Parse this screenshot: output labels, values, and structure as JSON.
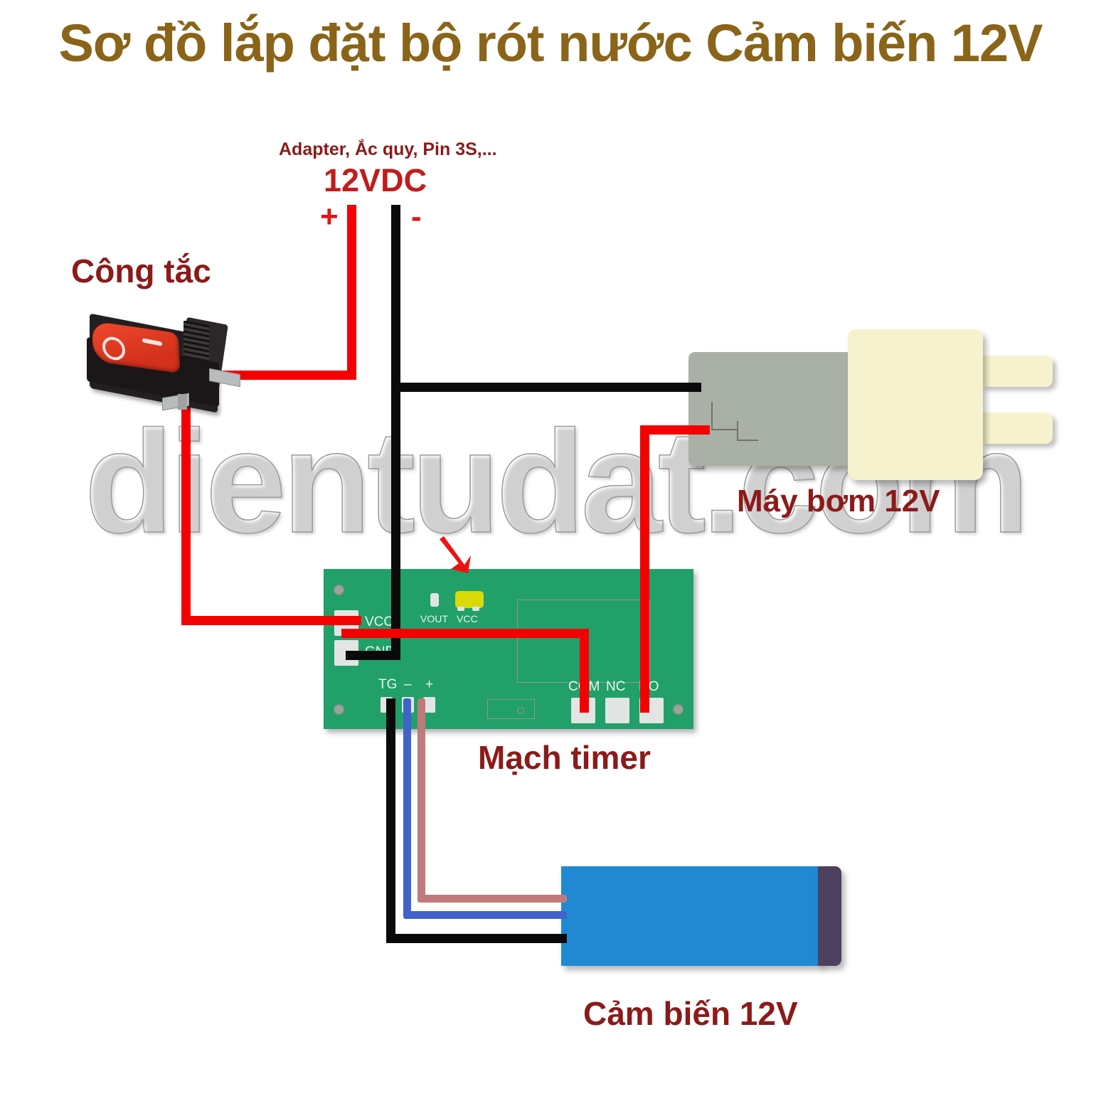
{
  "title": "Sơ đồ lắp đặt bộ rót nước Cảm biến 12V",
  "watermark": "dientudat.com",
  "power": {
    "source_label": "Adapter, Ắc quy, Pin 3S,...",
    "voltage_label": "12VDC",
    "positive_label": "+",
    "negative_label": "-"
  },
  "components": {
    "switch_label": "Công tắc",
    "pump_label": "Máy bơm 12V",
    "timer_label": "Mạch timer",
    "sensor_label": "Cảm biến 12V"
  },
  "pcb": {
    "silkscreen": {
      "vout": "VOUT",
      "vcc_top": "VCC",
      "vcc": "VCC",
      "gnd": "GND",
      "tg": "TG",
      "minus": "–",
      "plus": "+",
      "com": "COM",
      "nc": "NC",
      "no": "NO"
    }
  },
  "colors": {
    "title": "#8a6418",
    "label": "#8c1a1a",
    "wire_red": "#f50000",
    "wire_black": "#0a0a0a",
    "wire_blue": "#4163c9",
    "wire_pink": "#c07a7a",
    "pcb_green": "#21a06a",
    "jumper_yellow": "#d9d907",
    "sensor_blue": "#2189d2",
    "pump_body": "#a9b0a6",
    "pump_head": "#f6f2cd"
  }
}
